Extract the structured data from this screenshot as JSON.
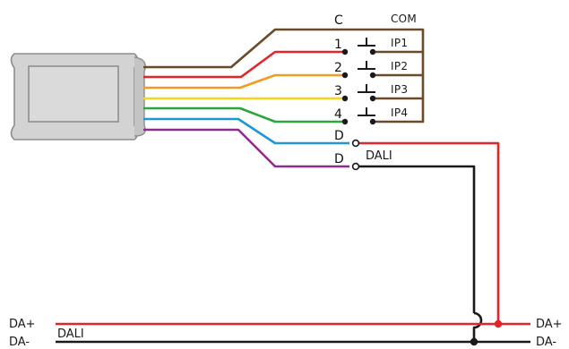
{
  "labels": {
    "c": "C",
    "com": "COM",
    "n1": "1",
    "ip1": "IP1",
    "n2": "2",
    "ip2": "IP2",
    "n3": "3",
    "ip3": "IP3",
    "n4": "4",
    "ip4": "IP4",
    "d_top": "D",
    "d_bottom": "D",
    "dali_top": "DALI",
    "dali_bus": "DALI",
    "da_plus_left": "DA+",
    "da_minus_left": "DA-",
    "da_plus_right": "DA+",
    "da_minus_right": "DA-"
  },
  "colors": {
    "brown": "#6b4a28",
    "red": "#e32428",
    "orange": "#f39a22",
    "yellow": "#f7d51c",
    "green": "#2aa640",
    "blue": "#1f96d6",
    "purple": "#8b2c8f",
    "black": "#1a1a1a",
    "device_body": "#d2d2d2",
    "device_edge": "#8e8e8e"
  }
}
